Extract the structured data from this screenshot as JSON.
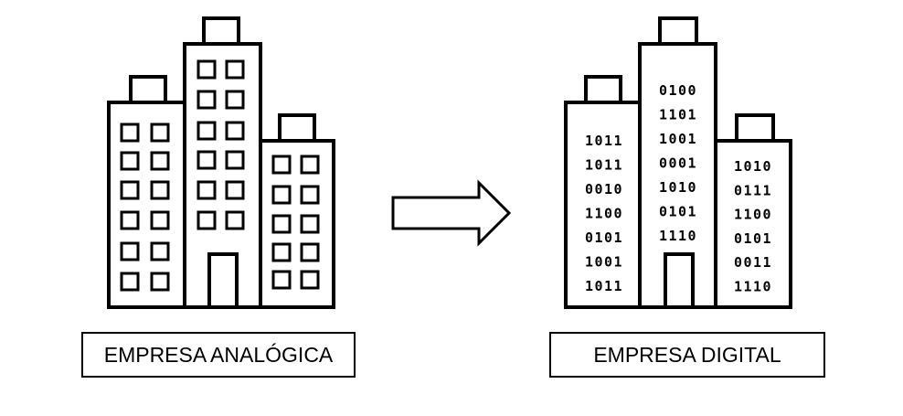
{
  "labels": {
    "analog": "EMPRESA ANALÓGICA",
    "digital": "EMPRESA DIGITAL"
  },
  "digital_building": {
    "left_tower": [
      "1011",
      "1011",
      "0010",
      "1100",
      "0101",
      "1001",
      "1011"
    ],
    "center_tower": [
      "0100",
      "1101",
      "1001",
      "0001",
      "1010",
      "0101",
      "1110"
    ],
    "right_tower": [
      "1010",
      "0111",
      "1100",
      "0101",
      "0011",
      "1110"
    ]
  },
  "colors": {
    "stroke": "#000000",
    "background": "#ffffff"
  }
}
